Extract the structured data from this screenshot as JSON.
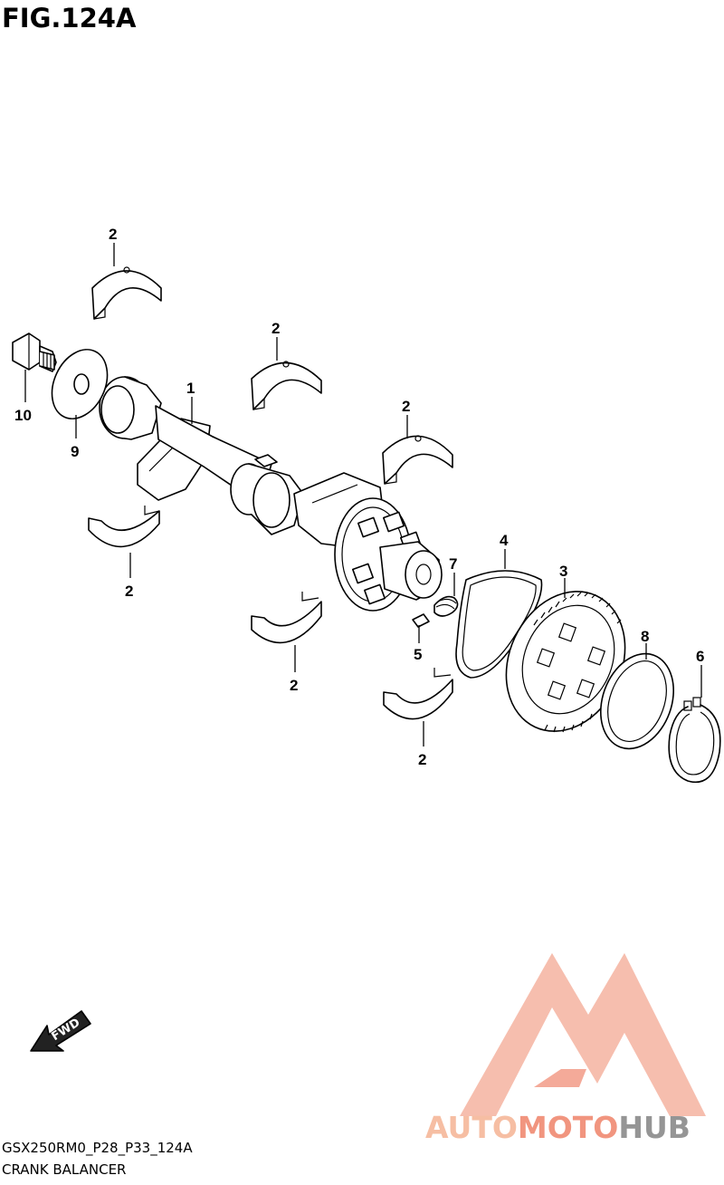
{
  "figure": {
    "title": "FIG.124A",
    "code": "GSX250RM0_P28_P33_124A",
    "name": "CRANK BALANCER"
  },
  "fwd_label": "FWD",
  "callouts": {
    "c1": "1",
    "c2a": "2",
    "c2b": "2",
    "c2c": "2",
    "c2d": "2",
    "c2e": "2",
    "c2f": "2",
    "c3": "3",
    "c4": "4",
    "c5": "5",
    "c6": "6",
    "c7": "7",
    "c8": "8",
    "c9": "9",
    "c10": "10"
  },
  "watermark": {
    "part1": "AUTO",
    "part2": "MOTO",
    "part3": "HUB",
    "color_light": "#f3b29c",
    "color_mid": "#ef7a66",
    "color_dark": "#8a8a8a"
  }
}
